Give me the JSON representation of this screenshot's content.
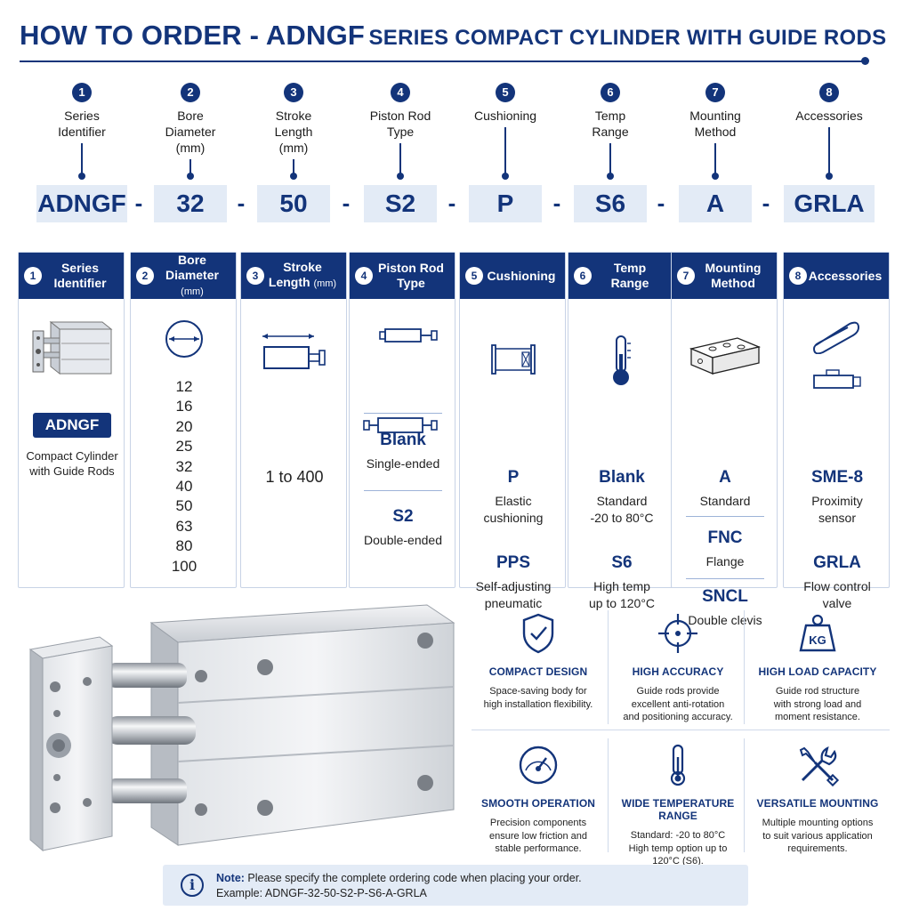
{
  "header": {
    "title_main": "HOW TO ORDER - ADNGF",
    "title_rest": "SERIES COMPACT CYLINDER WITH GUIDE RODS"
  },
  "code_strip": {
    "fields": [
      {
        "num": "1",
        "label": [
          "Series",
          "Identifier"
        ],
        "code": "ADNGF"
      },
      {
        "num": "2",
        "label": [
          "Bore",
          "Diameter",
          "(mm)"
        ],
        "code": "32"
      },
      {
        "num": "3",
        "label": [
          "Stroke",
          "Length",
          "(mm)"
        ],
        "code": "50"
      },
      {
        "num": "4",
        "label": [
          "Piston Rod",
          "Type"
        ],
        "code": "S2"
      },
      {
        "num": "5",
        "label": [
          "Cushioning"
        ],
        "code": "P"
      },
      {
        "num": "6",
        "label": [
          "Temp",
          "Range"
        ],
        "code": "S6"
      },
      {
        "num": "7",
        "label": [
          "Mounting",
          "Method"
        ],
        "code": "A"
      },
      {
        "num": "8",
        "label": [
          "Accessories"
        ],
        "code": "GRLA"
      }
    ],
    "dash": "-"
  },
  "cards": {
    "series": {
      "num": "1",
      "title1": "Series",
      "title2": "Identifier",
      "badge": "ADNGF",
      "desc1": "Compact Cylinder",
      "desc2": "with Guide Rods"
    },
    "bore": {
      "num": "2",
      "title1": "Bore",
      "title2": "Diameter",
      "unit": "(mm)",
      "values": [
        "12",
        "16",
        "20",
        "25",
        "32",
        "40",
        "50",
        "63",
        "80",
        "100"
      ]
    },
    "stroke": {
      "num": "3",
      "title1": "Stroke",
      "title2": "Length",
      "unit": "(mm)",
      "range": "1 to 400"
    },
    "rod": {
      "num": "4",
      "title1": "Piston Rod",
      "title2": "Type",
      "options": [
        {
          "code": "Blank",
          "desc": [
            "Single-ended"
          ]
        },
        {
          "code": "S2",
          "desc": [
            "Double-ended"
          ]
        }
      ]
    },
    "cushion": {
      "num": "5",
      "title1": "Cushioning",
      "options": [
        {
          "code": "P",
          "desc": [
            "Elastic",
            "cushioning"
          ]
        },
        {
          "code": "PPS",
          "desc": [
            "Self-adjusting",
            "pneumatic"
          ]
        }
      ]
    },
    "temp": {
      "num": "6",
      "title1": "Temp",
      "title2": "Range",
      "options": [
        {
          "code": "Blank",
          "desc": [
            "Standard",
            "-20 to 80°C"
          ]
        },
        {
          "code": "S6",
          "desc": [
            "High temp",
            "up to 120°C"
          ]
        }
      ]
    },
    "mount": {
      "num": "7",
      "title1": "Mounting",
      "title2": "Method",
      "options": [
        {
          "code": "A",
          "desc": [
            "Standard"
          ]
        },
        {
          "code": "FNC",
          "desc": [
            "Flange"
          ]
        },
        {
          "code": "SNCL",
          "desc": [
            "Double clevis"
          ]
        }
      ]
    },
    "acc": {
      "num": "8",
      "title1": "Accessories",
      "options": [
        {
          "code": "SME-8",
          "desc": [
            "Proximity",
            "sensor"
          ]
        },
        {
          "code": "GRLA",
          "desc": [
            "Flow control",
            "valve"
          ]
        }
      ]
    }
  },
  "features": [
    {
      "icon": "shield-check-icon",
      "title": "COMPACT DESIGN",
      "desc": [
        "Space-saving body for",
        "high installation flexibility."
      ]
    },
    {
      "icon": "crosshair-icon",
      "title": "HIGH ACCURACY",
      "desc": [
        "Guide rods provide",
        "excellent anti-rotation",
        "and positioning accuracy."
      ]
    },
    {
      "icon": "weight-kg-icon",
      "icon_text": "KG",
      "title": "HIGH LOAD CAPACITY",
      "desc": [
        "Guide rod structure",
        "with strong load and",
        "moment resistance."
      ]
    },
    {
      "icon": "gauge-icon",
      "title": "SMOOTH OPERATION",
      "desc": [
        "Precision components",
        "ensure low friction and",
        "stable performance."
      ]
    },
    {
      "icon": "thermometer-icon",
      "title": "WIDE TEMPERATURE RANGE",
      "desc": [
        "Standard: -20 to 80°C",
        "High temp option up to",
        "120°C (S6)."
      ]
    },
    {
      "icon": "tools-icon",
      "title": "VERSATILE MOUNTING",
      "desc": [
        "Multiple mounting options",
        "to suit various application",
        "requirements."
      ]
    }
  ],
  "note": {
    "icon": "i",
    "label": "Note:",
    "text": " Please specify the complete ordering code when placing your order.",
    "example": "Example: ADNGF-32-50-S2-P-S6-A-GRLA"
  },
  "colors": {
    "brand": "#13347a",
    "box": "#e3ebf6",
    "border": "#c8d3e6"
  }
}
